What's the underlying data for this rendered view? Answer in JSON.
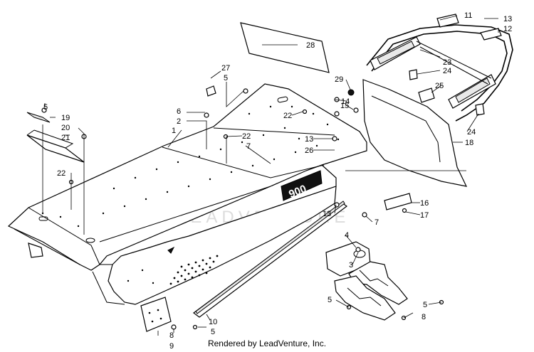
{
  "caption": "Rendered by LeadVenture, Inc.",
  "watermark": "LEADVENTURE",
  "emblem_text": "900",
  "callouts": [
    {
      "id": "c1",
      "label": "1"
    },
    {
      "id": "c2",
      "label": "2"
    },
    {
      "id": "c3",
      "label": "3"
    },
    {
      "id": "c4",
      "label": "4"
    },
    {
      "id": "c5a",
      "label": "5"
    },
    {
      "id": "c5b",
      "label": "5"
    },
    {
      "id": "c5c",
      "label": "5"
    },
    {
      "id": "c5d",
      "label": "5"
    },
    {
      "id": "c5e",
      "label": "5"
    },
    {
      "id": "c6",
      "label": "6"
    },
    {
      "id": "c7a",
      "label": "7"
    },
    {
      "id": "c7b",
      "label": "7"
    },
    {
      "id": "c8a",
      "label": "8"
    },
    {
      "id": "c8b",
      "label": "8"
    },
    {
      "id": "c9",
      "label": "9"
    },
    {
      "id": "c10",
      "label": "10"
    },
    {
      "id": "c11",
      "label": "11"
    },
    {
      "id": "c12",
      "label": "12"
    },
    {
      "id": "c13a",
      "label": "13"
    },
    {
      "id": "c13b",
      "label": "13"
    },
    {
      "id": "c13c",
      "label": "13"
    },
    {
      "id": "c14",
      "label": "14"
    },
    {
      "id": "c15",
      "label": "15"
    },
    {
      "id": "c16",
      "label": "16"
    },
    {
      "id": "c17",
      "label": "17"
    },
    {
      "id": "c18",
      "label": "18"
    },
    {
      "id": "c19",
      "label": "19"
    },
    {
      "id": "c20",
      "label": "20"
    },
    {
      "id": "c21",
      "label": "21"
    },
    {
      "id": "c22a",
      "label": "22"
    },
    {
      "id": "c22b",
      "label": "22"
    },
    {
      "id": "c22c",
      "label": "22"
    },
    {
      "id": "c23",
      "label": "23"
    },
    {
      "id": "c24a",
      "label": "24"
    },
    {
      "id": "c24b",
      "label": "24"
    },
    {
      "id": "c25",
      "label": "25"
    },
    {
      "id": "c26",
      "label": "26"
    },
    {
      "id": "c27",
      "label": "27"
    },
    {
      "id": "c28",
      "label": "28"
    },
    {
      "id": "c29",
      "label": "29"
    }
  ]
}
